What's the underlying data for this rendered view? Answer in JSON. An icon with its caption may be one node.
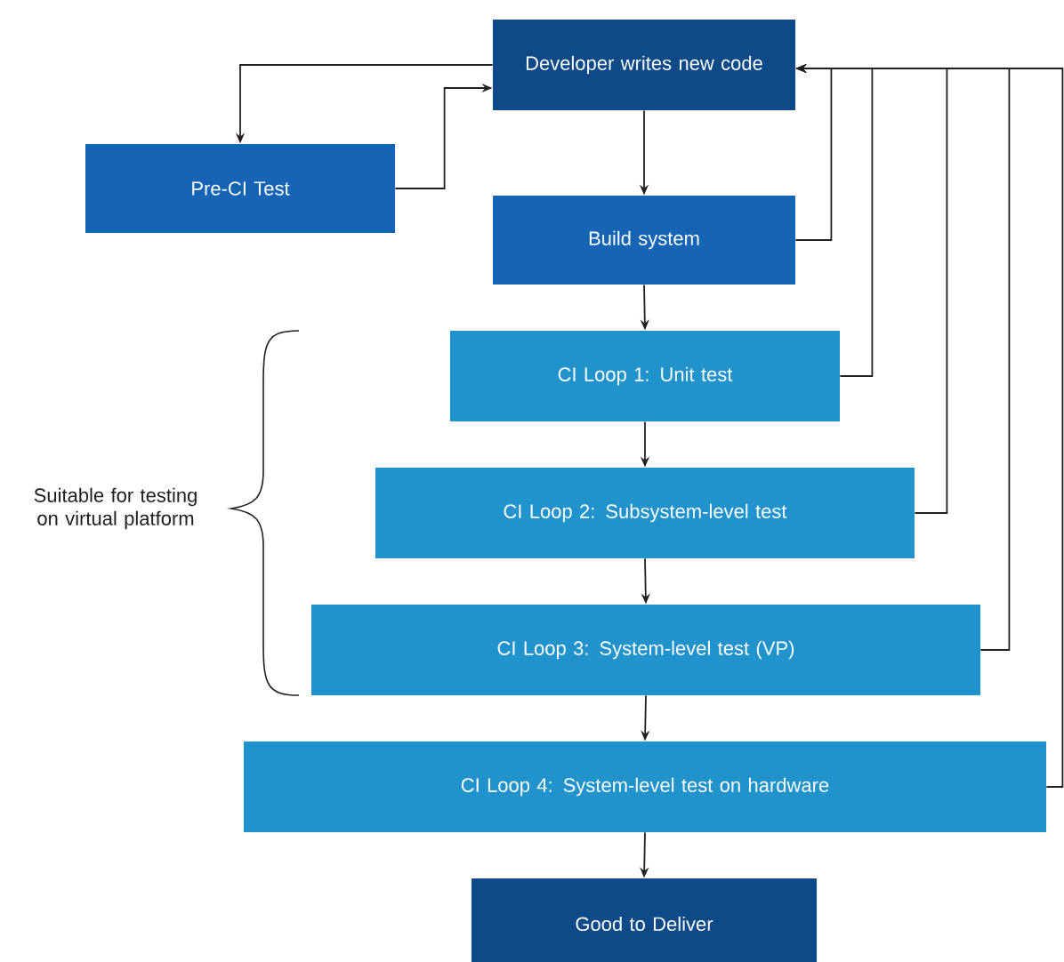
{
  "diagram": {
    "nodes": [
      {
        "text": [
          "Developer writes new code"
        ]
      },
      {
        "text": [
          "Pre-CI Test"
        ]
      },
      {
        "text": [
          "Build system"
        ]
      },
      {
        "text": [
          "CI Loop 1: Unit test"
        ]
      },
      {
        "text": [
          "CI Loop 2: Subsystem-level test"
        ]
      },
      {
        "text": [
          "CI Loop 3: System-level test (VP)"
        ]
      },
      {
        "text": [
          "CI Loop 4: System-level test on hardware"
        ]
      },
      {
        "text": [
          "Good to Deliver"
        ]
      }
    ],
    "edges": [
      {
        "from": 0,
        "to": 1,
        "arrow": "to"
      },
      {
        "from": 1,
        "to": 0,
        "arrow": "to"
      },
      {
        "from": 0,
        "to": 2,
        "arrow": "to"
      },
      {
        "from": 2,
        "to": 0,
        "arrow": "to"
      },
      {
        "from": 2,
        "to": 3,
        "arrow": "to"
      },
      {
        "from": 3,
        "to": 0,
        "arrow": "to"
      },
      {
        "from": 3,
        "to": 4,
        "arrow": "to"
      },
      {
        "from": 4,
        "to": 0,
        "arrow": "to"
      },
      {
        "from": 4,
        "to": 5,
        "arrow": "to"
      },
      {
        "from": 5,
        "to": 0,
        "arrow": "to"
      },
      {
        "from": 5,
        "to": 6,
        "arrow": "to"
      },
      {
        "from": 6,
        "to": 0,
        "arrow": "to"
      },
      {
        "from": 6,
        "to": 7,
        "arrow": "to"
      }
    ],
    "labels": [
      "Suitable for testing on virtual platform"
    ]
  }
}
